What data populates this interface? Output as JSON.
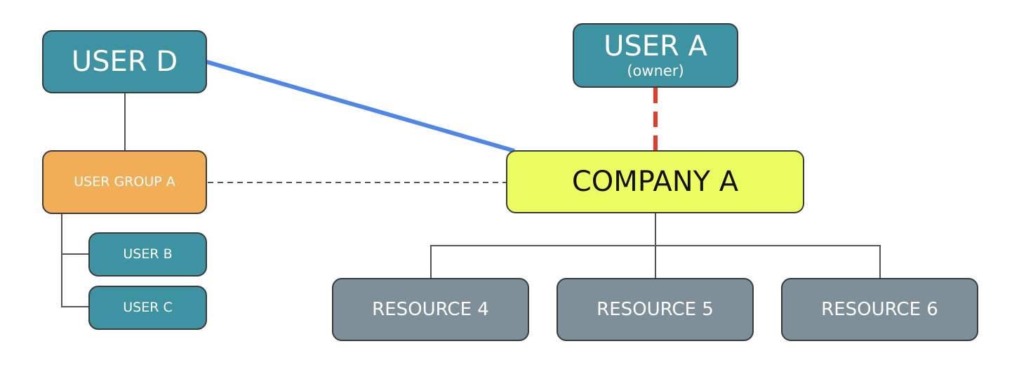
{
  "nodes": {
    "user_d": {
      "label": "USER D"
    },
    "user_a": {
      "label": "USER A",
      "sublabel": "(owner)"
    },
    "user_group_a": {
      "label": "USER GROUP A"
    },
    "company_a": {
      "label": "COMPANY A"
    },
    "user_b": {
      "label": "USER B"
    },
    "user_c": {
      "label": "USER C"
    },
    "resource_4": {
      "label": "RESOURCE 4"
    },
    "resource_5": {
      "label": "RESOURCE 5"
    },
    "resource_6": {
      "label": "RESOURCE 6"
    }
  },
  "colors": {
    "teal": "#3d93a2",
    "orange": "#f1ae57",
    "yellow": "#ecfd62",
    "gray": "#7e8f99",
    "blue_link": "#4f86e8",
    "red_owner_link": "#e33b2e",
    "dashed_link": "#555555"
  }
}
